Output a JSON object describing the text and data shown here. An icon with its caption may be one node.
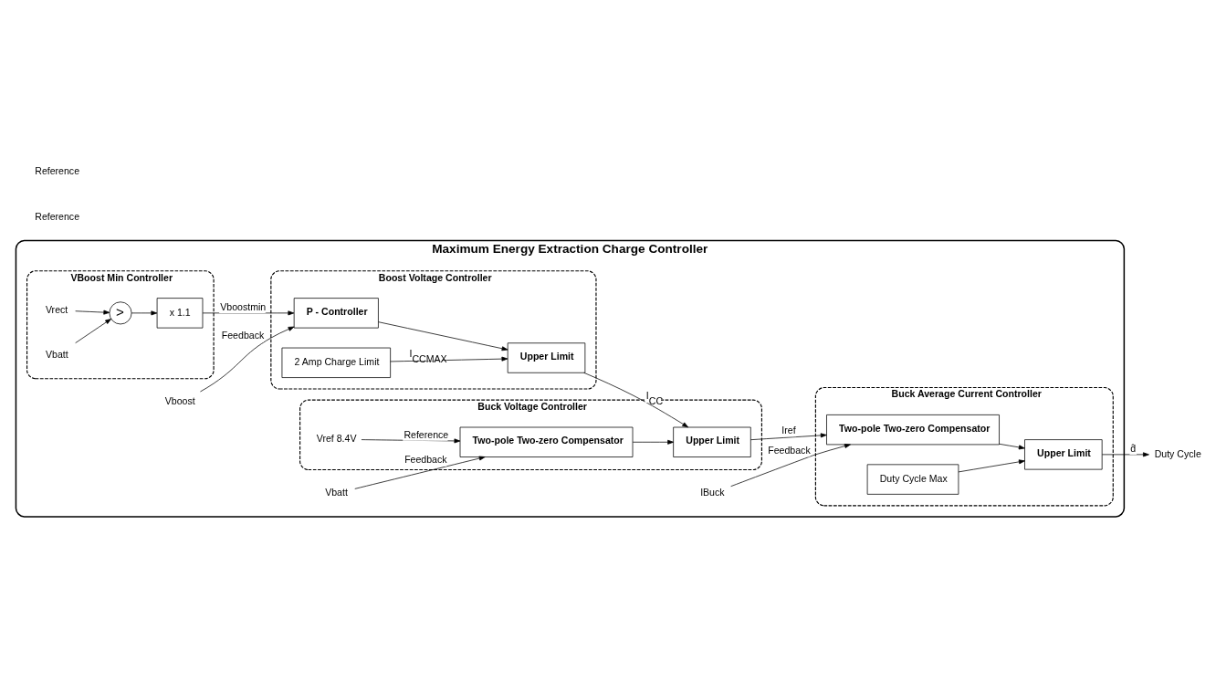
{
  "diagram": {
    "nodes": [
      {
        "text": [
          "Maximum Energy Extraction Charge Controller"
        ]
      },
      {
        "text": [
          "VBoost Min Controller"
        ],
        "in": 0
      },
      {
        "text": [
          "Vrect"
        ],
        "in": 1
      },
      {
        "text": [
          "Vbatt"
        ],
        "in": 1
      },
      {
        "text": [
          ">"
        ],
        "in": 1
      },
      {
        "text": [
          "x 1.1"
        ],
        "in": 1
      },
      {
        "text": [
          "Boost Voltage Controller"
        ],
        "in": 0
      },
      {
        "text": [
          "P - Controller"
        ],
        "in": 6
      },
      {
        "text": [
          "Upper Limit"
        ],
        "in": 6
      },
      {
        "text": [
          "2 Amp Charge Limit"
        ],
        "in": 6
      },
      {
        "text": [
          "Vboost"
        ],
        "in": 0
      },
      {
        "text": [
          "Buck Voltage Controller"
        ],
        "in": 0
      },
      {
        "text": [
          "Vref 8.4V"
        ],
        "in": 11
      },
      {
        "text": [
          "Two-pole Two-zero Compensator"
        ],
        "in": 11
      },
      {
        "text": [
          "Upper Limit"
        ],
        "in": 11
      },
      {
        "text": [
          "Vbatt"
        ],
        "in": 0
      },
      {
        "text": [
          "Buck Average Current Controller"
        ],
        "in": 0
      },
      {
        "text": [
          "Two-pole Two-zero Compensator"
        ],
        "in": 16
      },
      {
        "text": [
          "Upper Limit"
        ],
        "in": 16
      },
      {
        "text": [
          "Duty Cycle Max"
        ],
        "in": 16
      },
      {
        "text": [
          "IBuck"
        ],
        "in": 0
      },
      {
        "text": [
          "Duty Cycle"
        ]
      }
    ],
    "edges": [
      {
        "from": 2,
        "to": 4,
        "arrow": "to"
      },
      {
        "from": 3,
        "to": 4,
        "arrow": "to"
      },
      {
        "from": 4,
        "to": 5,
        "arrow": "to"
      },
      {
        "from": 5,
        "to": 7,
        "arrow": "to",
        "label": "Vboostmin"
      },
      {
        "from": 7,
        "to": 8,
        "arrow": "to"
      },
      {
        "from": 9,
        "to": 8,
        "arrow": "to",
        "label": "I$_{CCMAX}$"
      },
      {
        "from": 10,
        "to": 7,
        "arrow": "to",
        "label": "Feedback"
      },
      {
        "from": 8,
        "to": 14,
        "arrow": "to",
        "label": "I$_{CC}$"
      },
      {
        "from": 12,
        "to": 13,
        "arrow": "to",
        "label": "Reference"
      },
      {
        "from": 13,
        "to": 14,
        "arrow": "to"
      },
      {
        "from": 15,
        "to": 13,
        "arrow": "to",
        "label": "Feedback"
      },
      {
        "from": 14,
        "to": 17,
        "arrow": "to",
        "label": "Iref"
      },
      {
        "from": 17,
        "to": 18,
        "arrow": "to"
      },
      {
        "from": 19,
        "to": 18,
        "arrow": "to"
      },
      {
        "from": 20,
        "to": 17,
        "arrow": "to",
        "label": "Feedback"
      },
      {
        "from": 18,
        "to": 21,
        "arrow": "to",
        "label": "d̂"
      }
    ],
    "labels": [
      "Reference",
      "Reference"
    ]
  }
}
